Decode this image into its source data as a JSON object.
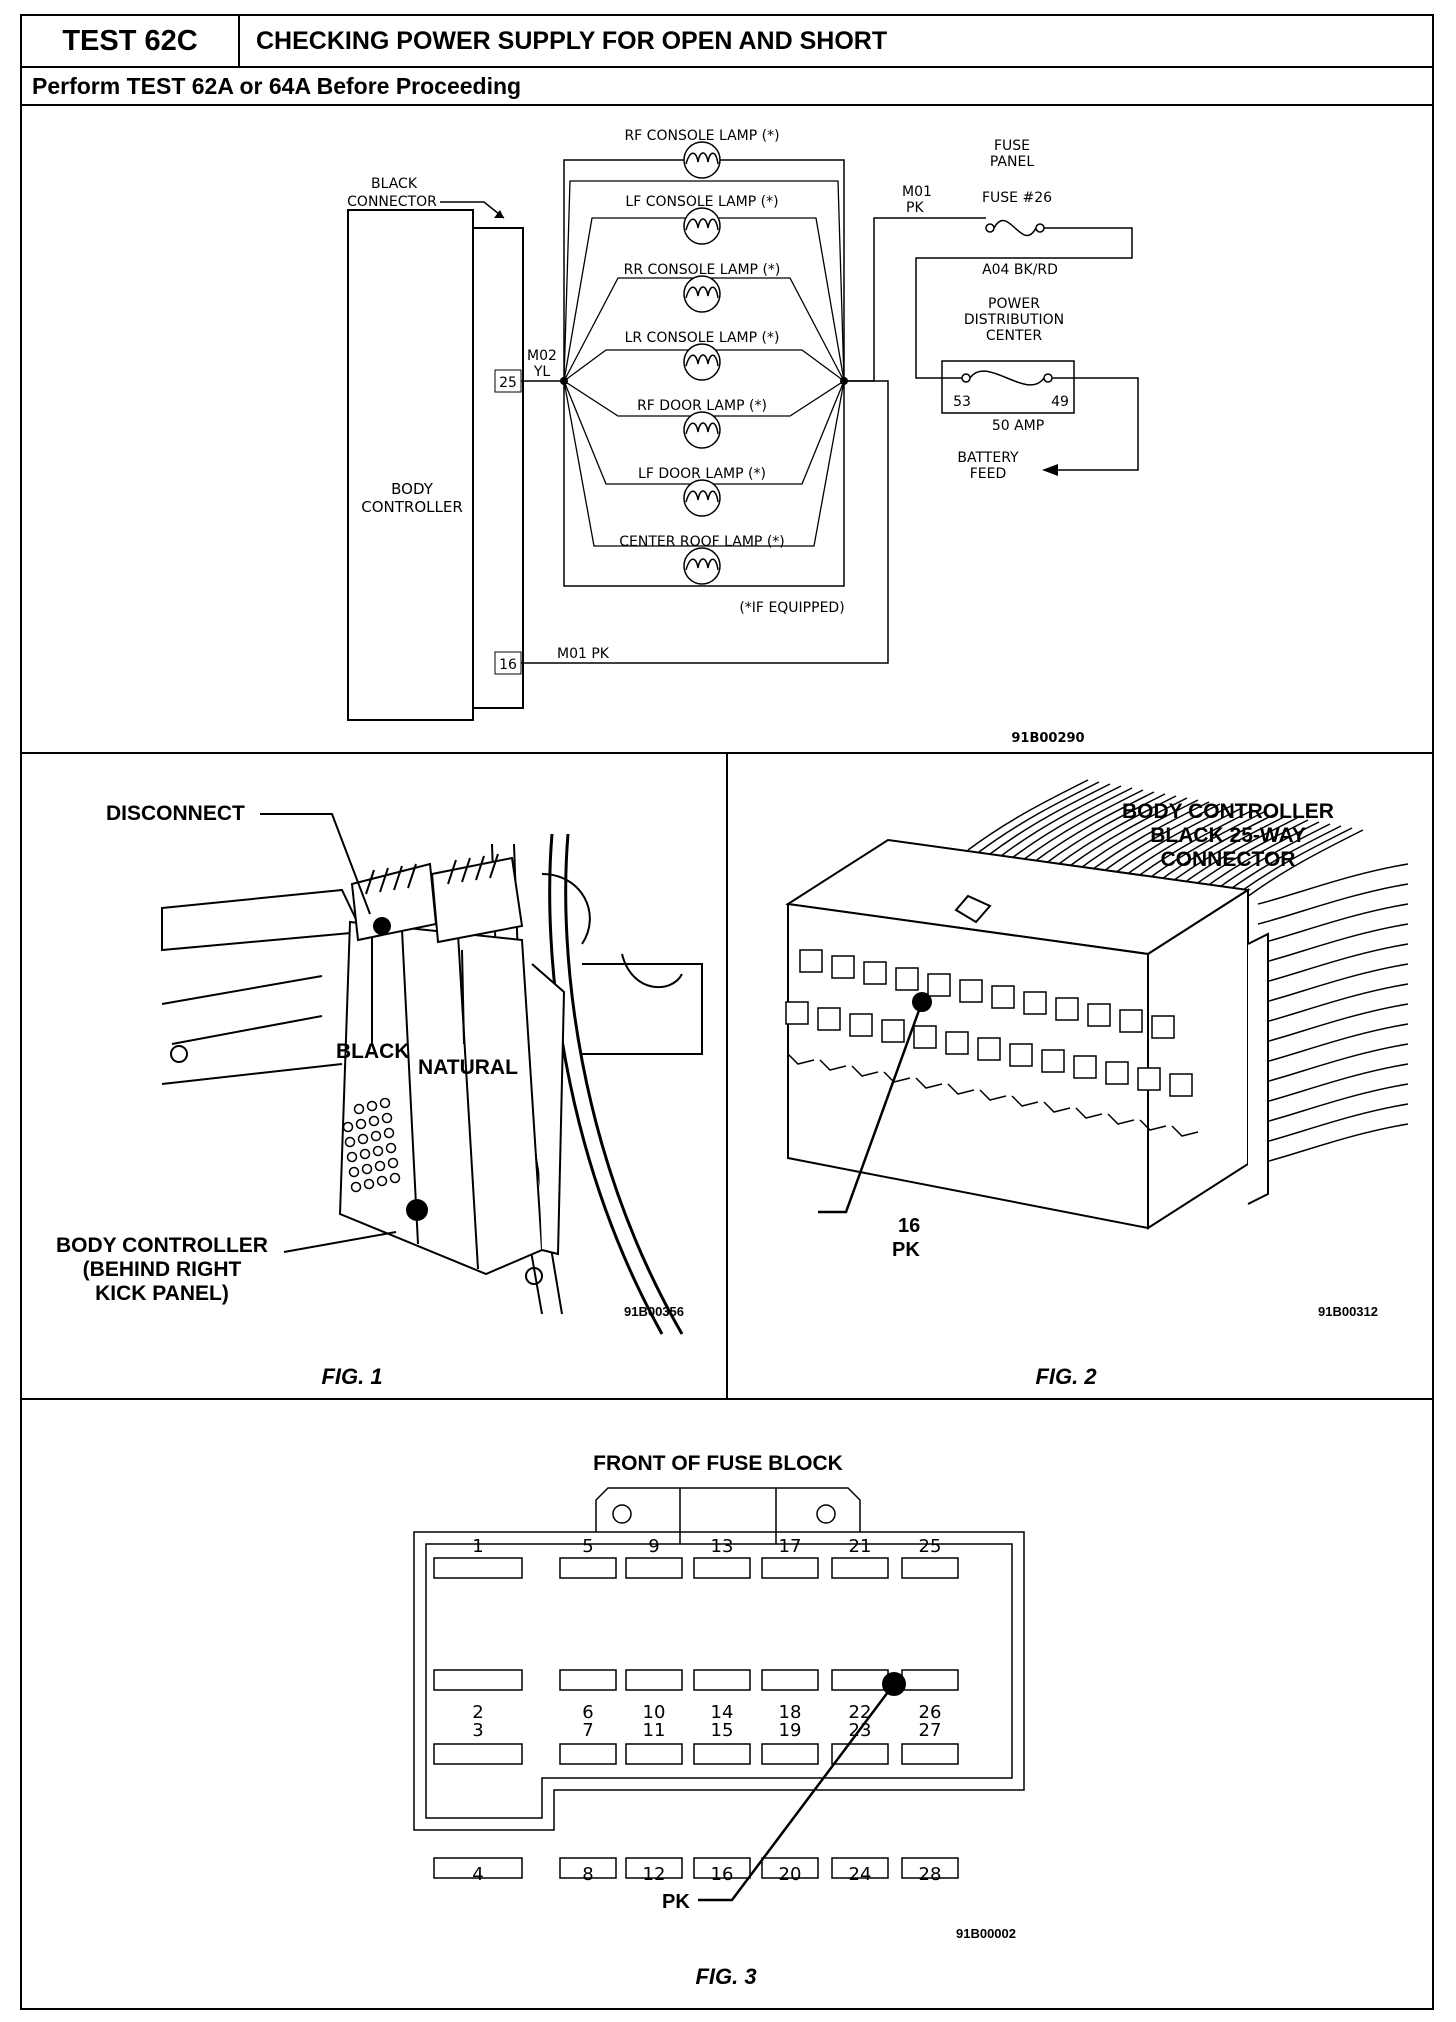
{
  "header": {
    "test_id": "TEST 62C",
    "title": "CHECKING POWER SUPPLY FOR OPEN AND SHORT",
    "subtitle": "Perform TEST 62A or 64A Before Proceeding"
  },
  "schematic": {
    "black_connector_label_1": "BLACK",
    "black_connector_label_2": "CONNECTOR",
    "body_controller_label_1": "BODY",
    "body_controller_label_2": "CONTROLLER",
    "pin_25": "25",
    "pin_16": "16",
    "wire_m02_1": "M02",
    "wire_m02_2": "YL",
    "wire_m01_top_1": "M01",
    "wire_m01_top_2": "PK",
    "wire_m01_bottom": "M01  PK",
    "lamps": [
      "RF CONSOLE LAMP (*)",
      "LF CONSOLE LAMP (*)",
      "RR CONSOLE LAMP (*)",
      "LR CONSOLE LAMP (*)",
      "RF DOOR LAMP (*)",
      "LF DOOR LAMP (*)",
      "CENTER ROOF LAMP (*)"
    ],
    "if_equipped": "(*IF EQUIPPED)",
    "fuse_panel_1": "FUSE",
    "fuse_panel_2": "PANEL",
    "fuse_26": "FUSE #26",
    "wire_a04": "A04 BK/RD",
    "pdc_1": "POWER",
    "pdc_2": "DISTRIBUTION",
    "pdc_3": "CENTER",
    "pdc_pin_53": "53",
    "pdc_pin_49": "49",
    "pdc_amp": "50 AMP",
    "battery_1": "BATTERY",
    "battery_2": "FEED",
    "fig_code": "91B00290"
  },
  "fig1": {
    "disconnect": "DISCONNECT",
    "black": "BLACK",
    "natural": "NATURAL",
    "body_controller_1": "BODY CONTROLLER",
    "body_controller_2": "(BEHIND RIGHT",
    "body_controller_3": "KICK PANEL)",
    "code": "91B00356",
    "caption": "FIG. 1"
  },
  "fig2": {
    "title_1": "BODY CONTROLLER",
    "title_2": "BLACK 25-WAY",
    "title_3": "CONNECTOR",
    "pin_1": "16",
    "pin_2": "PK",
    "code": "91B00312",
    "caption": "FIG. 2"
  },
  "fig3": {
    "title": "FRONT OF FUSE BLOCK",
    "row1_labels": [
      "1",
      "5",
      "9",
      "13",
      "17",
      "21",
      "25"
    ],
    "row2_labels": [
      "2",
      "6",
      "10",
      "14",
      "18",
      "22",
      "26"
    ],
    "row3_labels": [
      "3",
      "7",
      "11",
      "15",
      "19",
      "23",
      "27"
    ],
    "row4_labels": [
      "4",
      "8",
      "12",
      "16",
      "20",
      "24",
      "28"
    ],
    "pk": "PK",
    "code": "91B00002",
    "caption": "FIG. 3"
  }
}
